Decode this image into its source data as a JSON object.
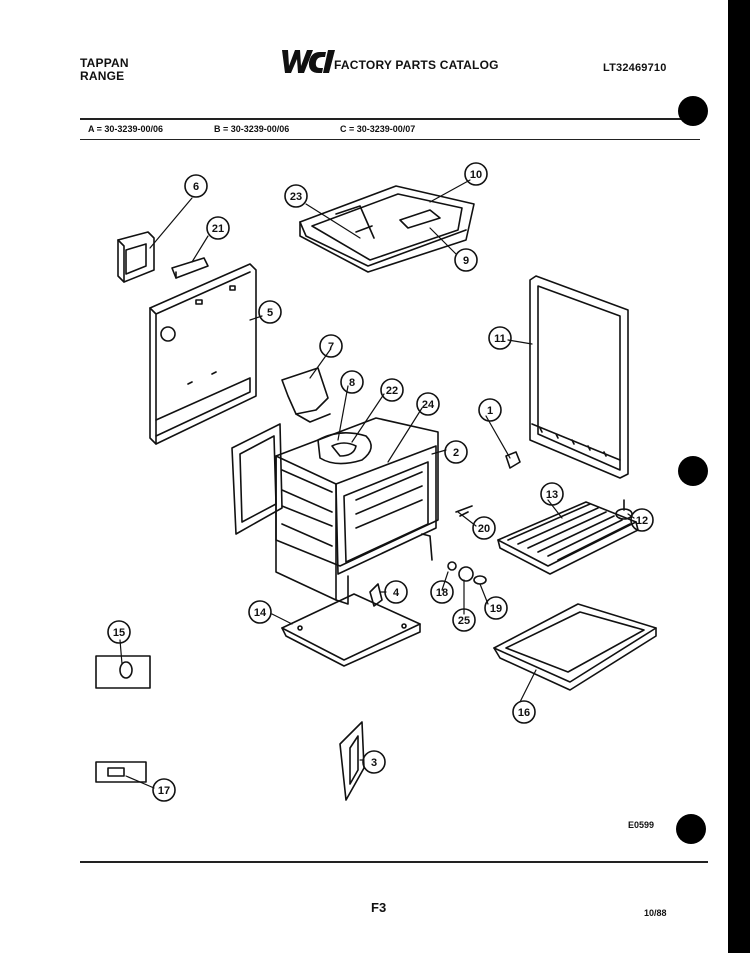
{
  "header": {
    "brand": "TAPPAN",
    "product": "RANGE",
    "catalog_title": "FACTORY PARTS CATALOG",
    "model_number": "LT32469710"
  },
  "versions": {
    "a": "A = 30-3239-00/06",
    "b": "B = 30-3239-00/06",
    "c": "C = 30-3239-00/07"
  },
  "callouts": [
    "1",
    "2",
    "3",
    "4",
    "5",
    "6",
    "7",
    "8",
    "9",
    "10",
    "11",
    "12",
    "13",
    "14",
    "15",
    "16",
    "17",
    "18",
    "19",
    "20",
    "21",
    "22",
    "23",
    "24",
    "25"
  ],
  "footer": {
    "diagram_code": "E0599",
    "page": "F3",
    "date_code": "10/88"
  },
  "colors": {
    "ink": "#111111",
    "paper": "#ffffff",
    "background": "#000000"
  }
}
